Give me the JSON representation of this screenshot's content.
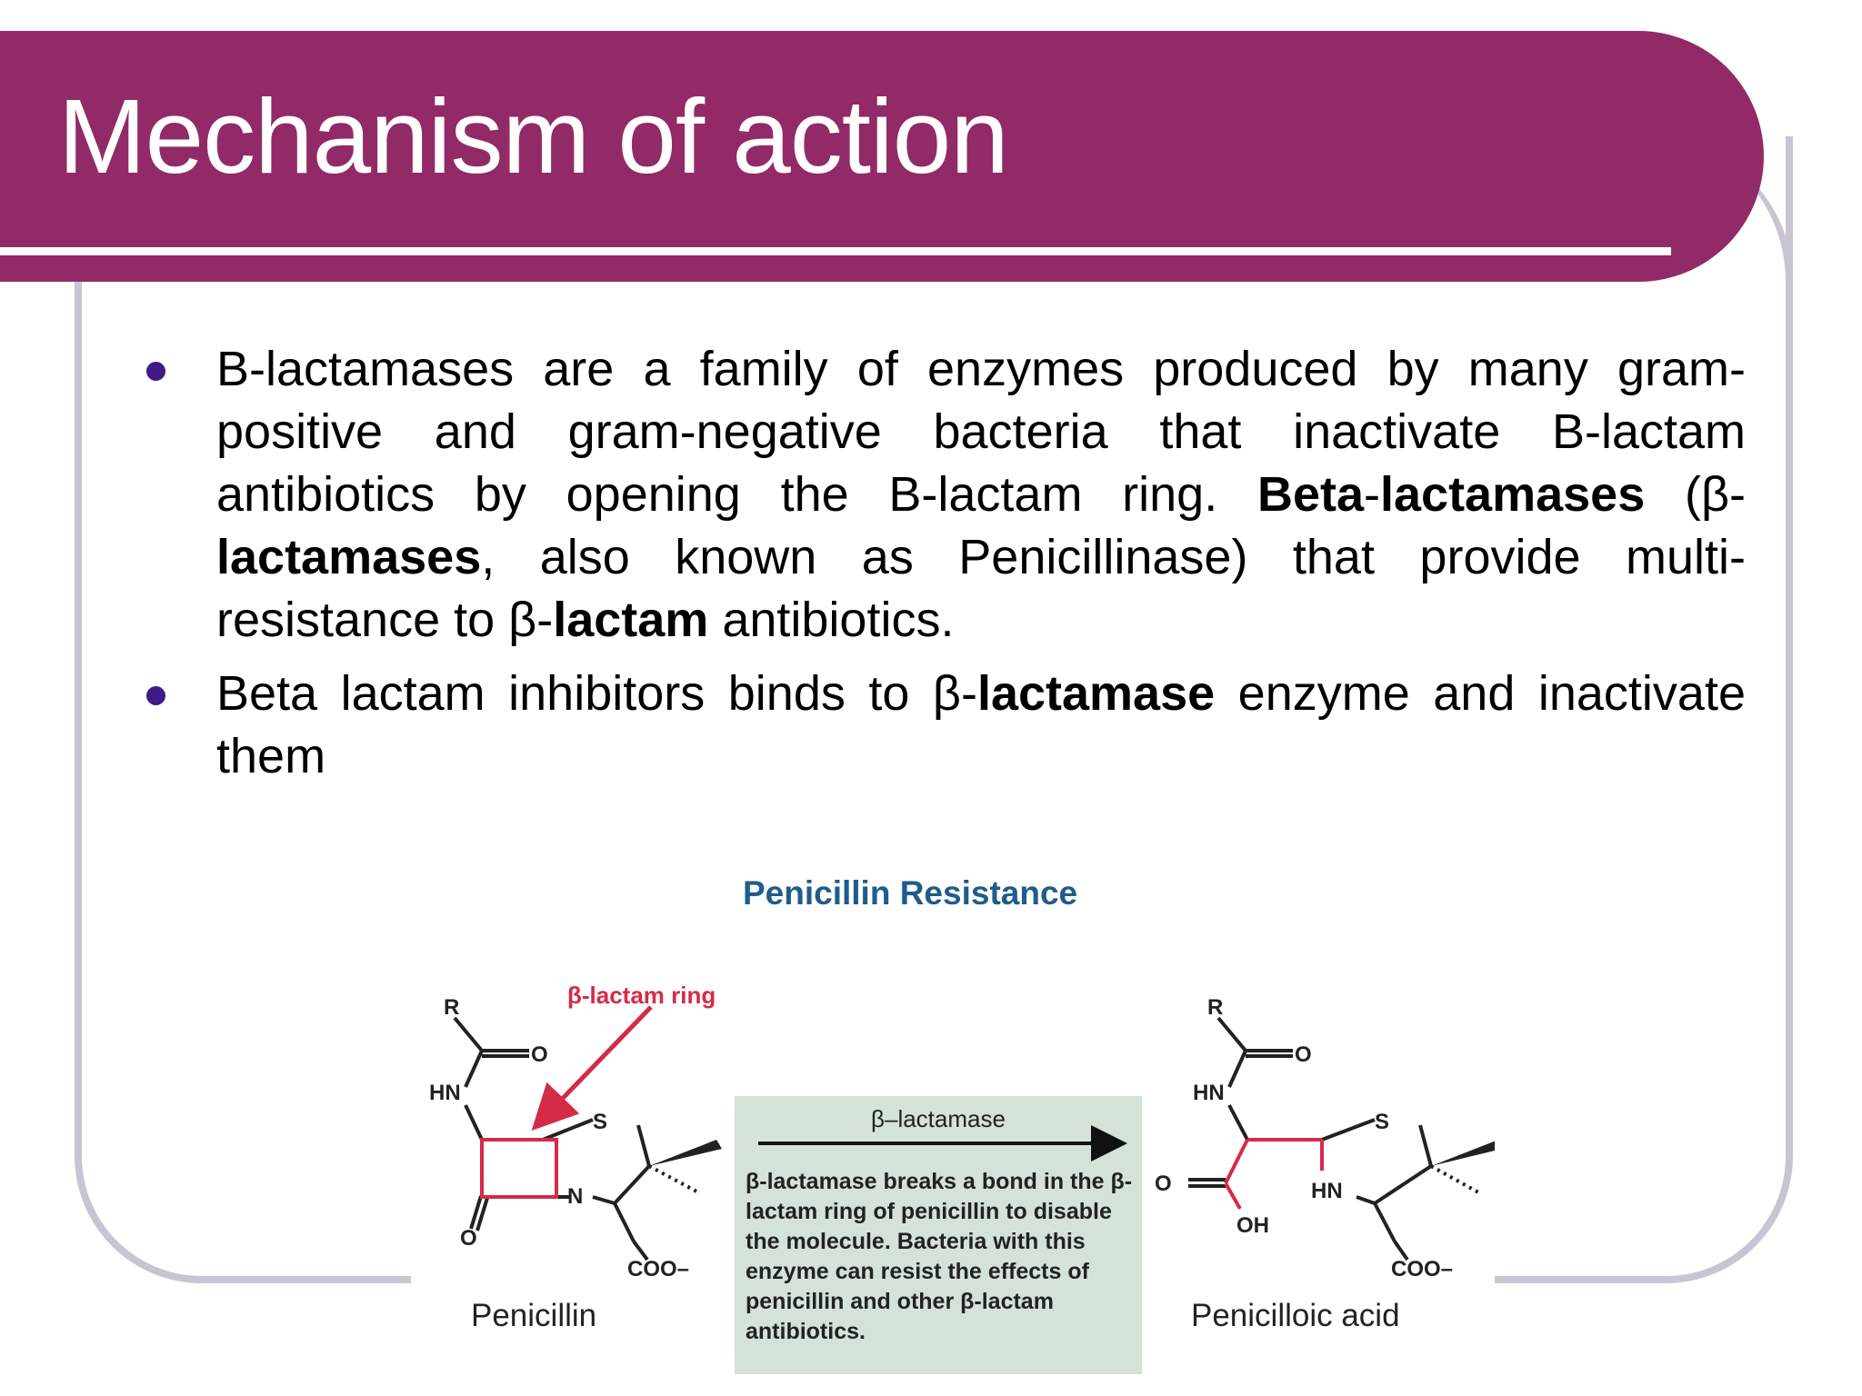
{
  "slide": {
    "title": "Mechanism of action"
  },
  "bullets": [
    {
      "parts": [
        {
          "text": "B-lactamases are a family of enzymes produced by many gram-positive and gram-negative bacteria that inactivate B-lactam antibiotics by opening the B-lactam ring. ",
          "bold": false
        },
        {
          "text": "Beta",
          "bold": true
        },
        {
          "text": "-",
          "bold": false
        },
        {
          "text": "lactamases",
          "bold": true
        },
        {
          "text": " (β-",
          "bold": false
        },
        {
          "text": "lactamases",
          "bold": true
        },
        {
          "text": ", also known as Penicillinase) that provide multi-resistance to β-",
          "bold": false
        },
        {
          "text": "lactam",
          "bold": true
        },
        {
          "text": " antibiotics.",
          "bold": false
        }
      ]
    },
    {
      "parts": [
        {
          "text": "Beta lactam inhibitors binds to β-",
          "bold": false
        },
        {
          "text": "lactamase",
          "bold": true
        },
        {
          "text": " enzyme and inactivate them",
          "bold": false
        }
      ]
    }
  ],
  "figure": {
    "title": "Penicillin Resistance",
    "ring_label": "β-lactam ring",
    "left_molecule_name": "Penicillin",
    "right_molecule_name": "Penicilloic acid",
    "enzyme_label": "β–lactamase",
    "description": "β-lactamase breaks a bond in the β-lactam ring of penicillin to disable the molecule. Bacteria with this enzyme can resist the effects of penicillin and other β-lactam antibiotics.",
    "atoms": {
      "r": "R",
      "o": "O",
      "hn": "HN",
      "s": "S",
      "n": "N",
      "coo": "COO–",
      "oh": "OH"
    }
  },
  "colors": {
    "title_bar": "#922a67",
    "bullet_dot": "#3f1b86",
    "frame_border": "#c9c4d2",
    "figure_title": "#1f5c8a",
    "ring_red": "#d42b47",
    "mech_box": "#d4e2d7"
  }
}
